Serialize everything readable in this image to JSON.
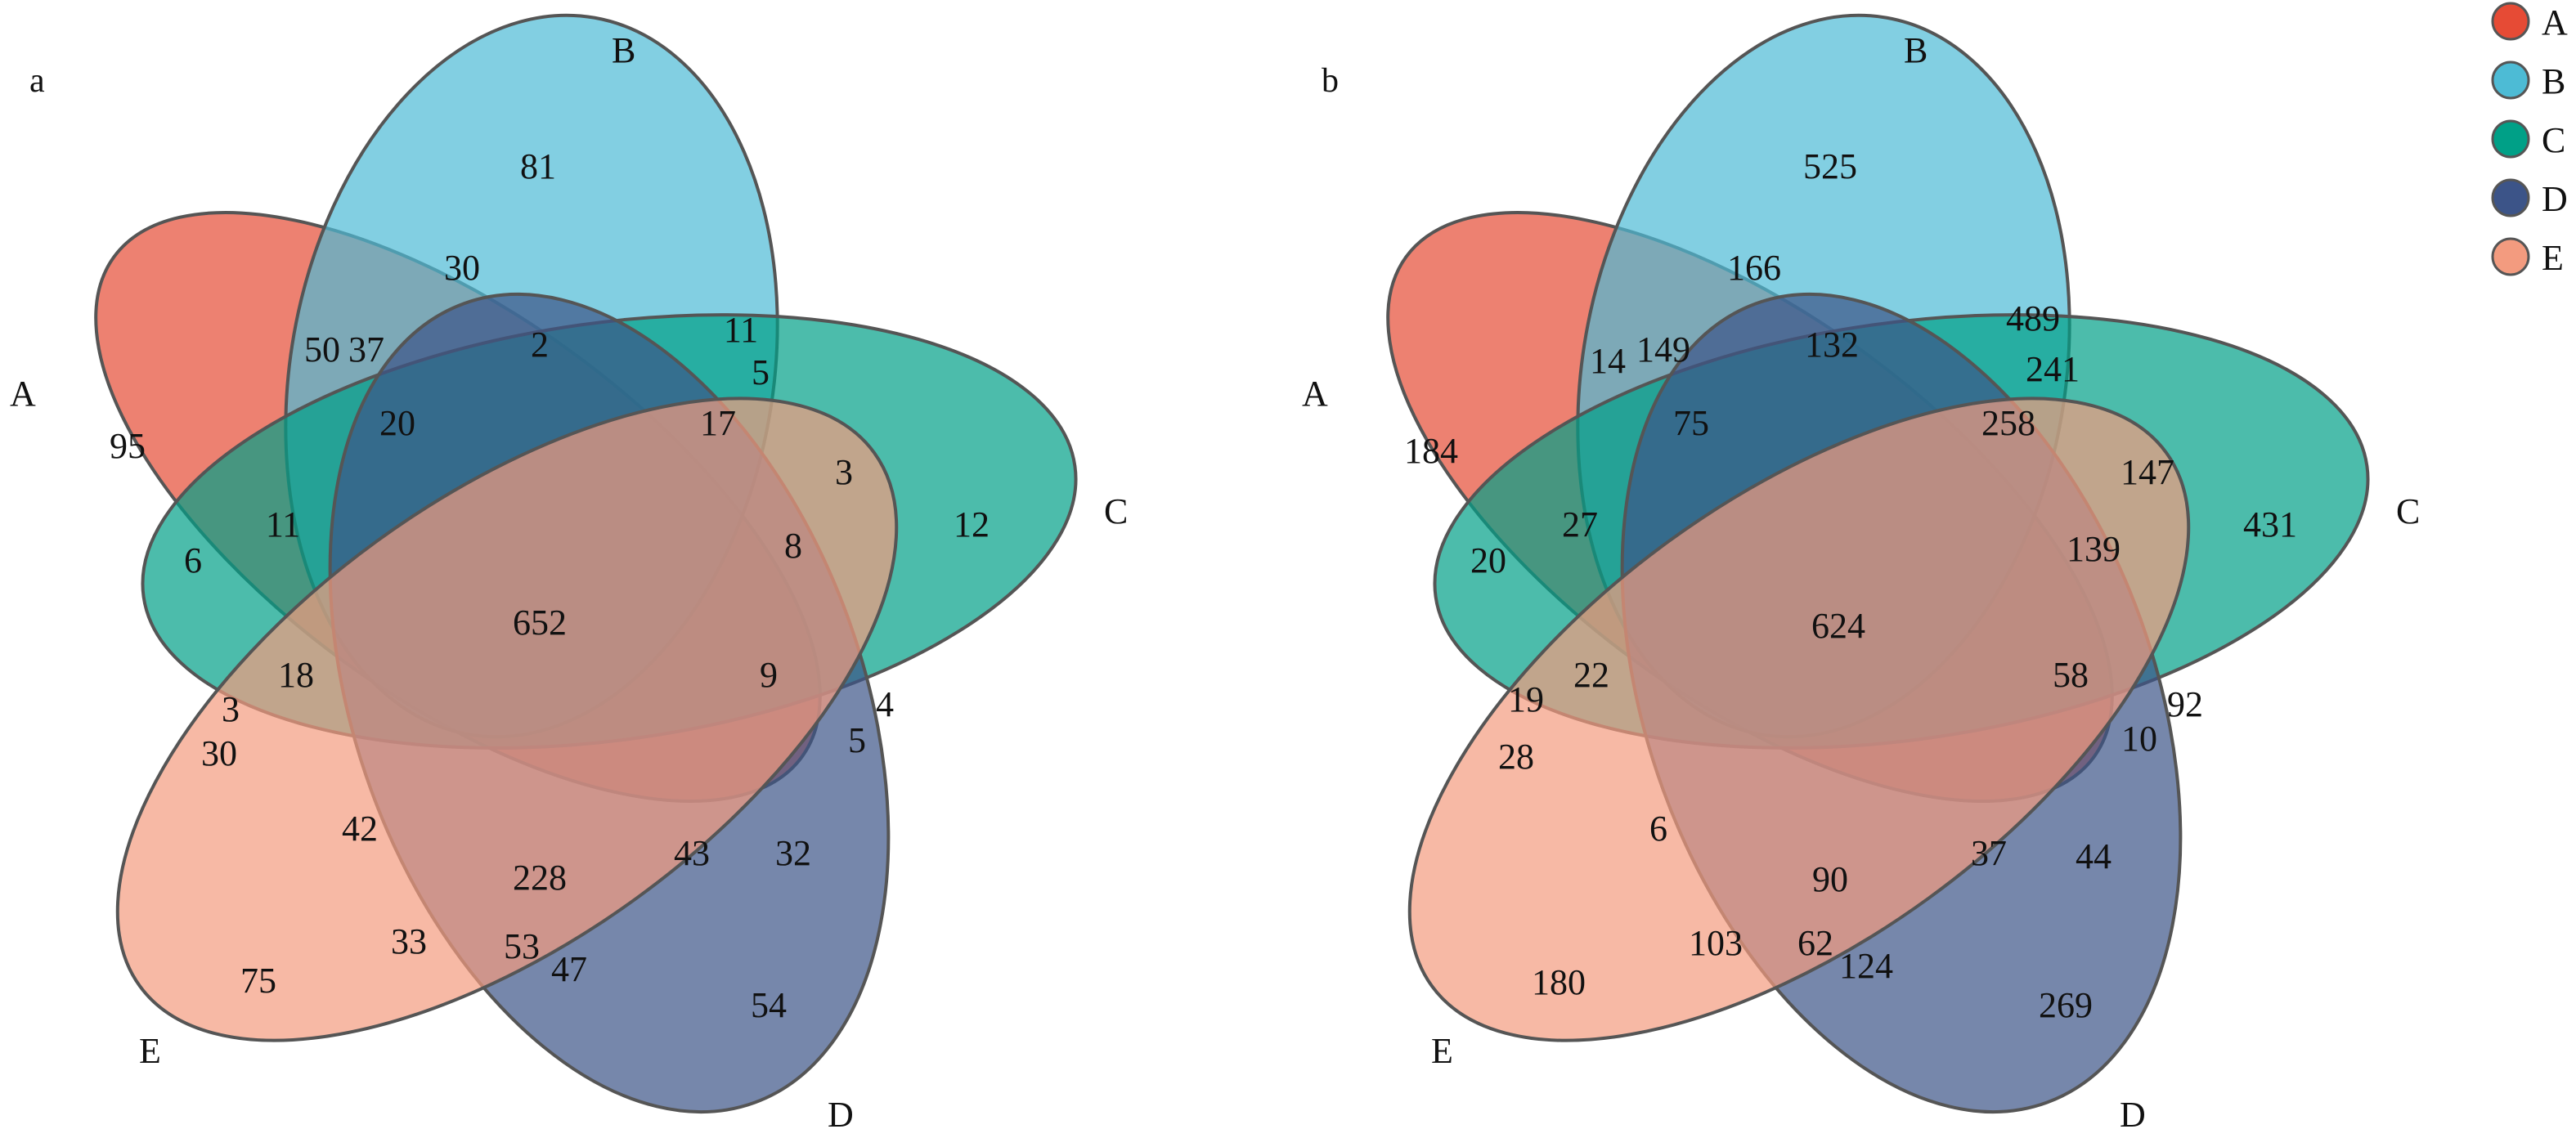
{
  "panels": [
    {
      "label": "a",
      "sets": [
        "A",
        "B",
        "C",
        "D",
        "E"
      ],
      "regions": {
        "A": 95,
        "B": 81,
        "C": 12,
        "D": 54,
        "E": 75,
        "AB": 50,
        "BC": 11,
        "CD": 4,
        "DE": 47,
        "AE": 30,
        "AC": 6,
        "BD": 30,
        "CE": 3,
        "AD": 3,
        "BE": 33,
        "ABD": 37,
        "BCD": 2,
        "BCE": 5,
        "CDE": 5,
        "ADE": 53,
        "ABC": 11,
        "BDE": 32,
        "ACE": 42,
        "ACD": 18,
        "ABE": 3,
        "ABCD": 20,
        "BCDE": 8,
        "ACDE": 43,
        "ABDE": 228,
        "ABCE": 17,
        "ABCDE": 652,
        "CDE_inner": 9
      },
      "texts": [
        {
          "k": "t01",
          "v": "81"
        },
        {
          "k": "t02",
          "v": "30"
        },
        {
          "k": "t03",
          "v": "2"
        },
        {
          "k": "t04",
          "v": "11"
        },
        {
          "k": "t05",
          "v": "5"
        },
        {
          "k": "t06",
          "v": "50"
        },
        {
          "k": "t07",
          "v": "37"
        },
        {
          "k": "t08",
          "v": "20"
        },
        {
          "k": "t09",
          "v": "17"
        },
        {
          "k": "t10",
          "v": "95"
        },
        {
          "k": "t11",
          "v": "3"
        },
        {
          "k": "t12",
          "v": "12"
        },
        {
          "k": "t13",
          "v": "6"
        },
        {
          "k": "t14",
          "v": "11"
        },
        {
          "k": "t15",
          "v": "8"
        },
        {
          "k": "t16",
          "v": "652"
        },
        {
          "k": "t17",
          "v": "18"
        },
        {
          "k": "t18",
          "v": "9"
        },
        {
          "k": "t19",
          "v": "3"
        },
        {
          "k": "t20",
          "v": "4"
        },
        {
          "k": "t21",
          "v": "30"
        },
        {
          "k": "t22",
          "v": "5"
        },
        {
          "k": "t23",
          "v": "42"
        },
        {
          "k": "t24",
          "v": "228"
        },
        {
          "k": "t25",
          "v": "43"
        },
        {
          "k": "t26",
          "v": "32"
        },
        {
          "k": "t27",
          "v": "33"
        },
        {
          "k": "t28",
          "v": "53"
        },
        {
          "k": "t29",
          "v": "47"
        },
        {
          "k": "t30",
          "v": "75"
        },
        {
          "k": "t31",
          "v": "54"
        }
      ]
    },
    {
      "label": "b",
      "sets": [
        "A",
        "B",
        "C",
        "D",
        "E"
      ],
      "texts": [
        {
          "k": "t01",
          "v": "525"
        },
        {
          "k": "t02",
          "v": "166"
        },
        {
          "k": "t03",
          "v": "132"
        },
        {
          "k": "t04",
          "v": "489"
        },
        {
          "k": "t05",
          "v": "241"
        },
        {
          "k": "t06",
          "v": "14"
        },
        {
          "k": "t07",
          "v": "149"
        },
        {
          "k": "t08",
          "v": "75"
        },
        {
          "k": "t09",
          "v": "258"
        },
        {
          "k": "t10",
          "v": "184"
        },
        {
          "k": "t11",
          "v": "147"
        },
        {
          "k": "t12",
          "v": "431"
        },
        {
          "k": "t13",
          "v": "20"
        },
        {
          "k": "t14",
          "v": "27"
        },
        {
          "k": "t15",
          "v": "139"
        },
        {
          "k": "t16",
          "v": "624"
        },
        {
          "k": "t17",
          "v": "22"
        },
        {
          "k": "t18",
          "v": "58"
        },
        {
          "k": "t19",
          "v": "19"
        },
        {
          "k": "t20",
          "v": "92"
        },
        {
          "k": "t21",
          "v": "28"
        },
        {
          "k": "t22",
          "v": "10"
        },
        {
          "k": "t23",
          "v": "6"
        },
        {
          "k": "t24",
          "v": "90"
        },
        {
          "k": "t25",
          "v": "37"
        },
        {
          "k": "t26",
          "v": "44"
        },
        {
          "k": "t27",
          "v": "103"
        },
        {
          "k": "t28",
          "v": "62"
        },
        {
          "k": "t29",
          "v": "124"
        },
        {
          "k": "t30",
          "v": "180"
        },
        {
          "k": "t31",
          "v": "269"
        }
      ]
    }
  ],
  "legend": [
    {
      "name": "A",
      "color": "#E64B35"
    },
    {
      "name": "B",
      "color": "#4DBBD5"
    },
    {
      "name": "C",
      "color": "#00A087"
    },
    {
      "name": "D",
      "color": "#3C5488"
    },
    {
      "name": "E",
      "color": "#F39B7F"
    }
  ]
}
